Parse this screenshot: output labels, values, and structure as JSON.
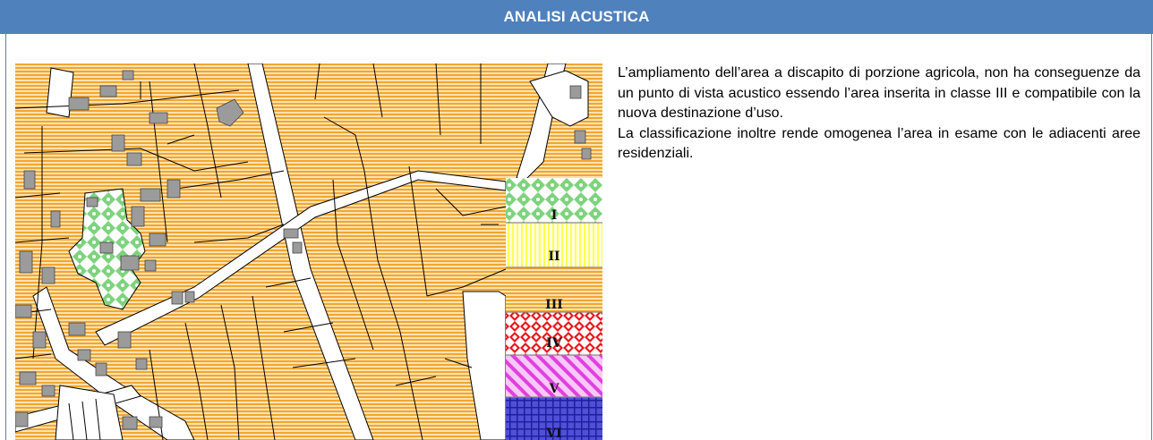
{
  "header": {
    "title": "ANALISI ACUSTICA"
  },
  "map": {
    "legend": [
      {
        "label": "I",
        "color": "#8cd98c",
        "pattern": "checker-green"
      },
      {
        "label": "II",
        "color": "#ffff66",
        "pattern": "vertical-yellow"
      },
      {
        "label": "III",
        "color": "#f5a623",
        "pattern": "horizontal-orange"
      },
      {
        "label": "IV",
        "color": "#e8151b",
        "pattern": "crosshatch-red"
      },
      {
        "label": "V",
        "color": "#e040e0",
        "pattern": "diagonal-magenta"
      },
      {
        "label": "VI",
        "color": "#3333cc",
        "pattern": "grid-blue"
      }
    ]
  },
  "description": {
    "paragraph1": "L’ampliamento dell’area a discapito di porzione agricola, non ha conseguenze da un punto di vista acustico essendo l’area inserita in classe III e compatibile con la nuova destinazione d’uso.",
    "paragraph2": "La classificazione inoltre rende omogenea l’area in esame con le adiacenti aree residenziali."
  }
}
